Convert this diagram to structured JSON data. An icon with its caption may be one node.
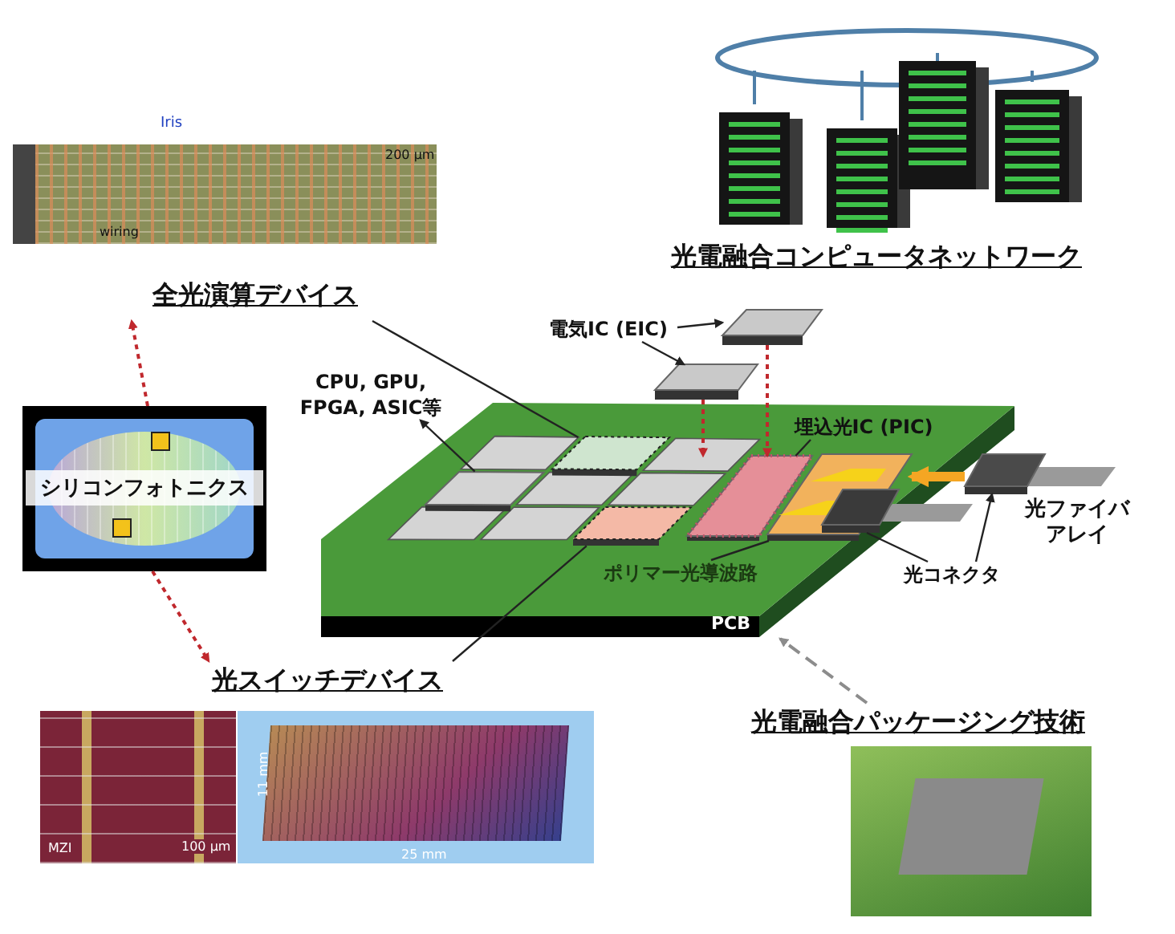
{
  "diagram": {
    "nodes": [
      {
        "text": [
          "全光演算デバイス"
        ]
      },
      {
        "text": [
          "光電融合コンピュータネットワーク"
        ]
      },
      {
        "text": [
          "シリコンフォトニクス"
        ]
      },
      {
        "text": [
          "光スイッチデバイス"
        ]
      },
      {
        "text": [
          "光電融合パッケージング技術"
        ]
      },
      {
        "text": [
          "PCB"
        ]
      },
      {
        "text": [
          "電気IC (EIC)"
        ]
      },
      {
        "text": [],
        "shape": "box"
      },
      {
        "text": [],
        "shape": "box"
      },
      {
        "text": [
          "CPU, GPU, FPGA, ASIC等"
        ]
      },
      {
        "text": [],
        "shape": "box",
        "in": 5
      },
      {
        "text": [],
        "shape": "box",
        "in": 5
      },
      {
        "text": [],
        "shape": "box",
        "in": 5
      },
      {
        "text": [
          "埋込光IC (PIC)"
        ],
        "in": 5
      },
      {
        "text": [],
        "shape": "box",
        "in": 5
      },
      {
        "text": [
          "ポリマー光導波路"
        ],
        "in": 5
      },
      {
        "text": [],
        "shape": "box",
        "in": 5
      },
      {
        "text": [
          "光コネクタ"
        ]
      },
      {
        "text": [],
        "shape": "box"
      },
      {
        "text": [],
        "shape": "box"
      }
    ],
    "edges": [
      {
        "from": 0,
        "to": 11,
        "arrow": "none"
      },
      {
        "from": 2,
        "to": 0,
        "arrow": "to",
        "style": "dashed",
        "color": "#c0282d"
      },
      {
        "from": 2,
        "to": 3,
        "arrow": "to",
        "style": "dashed",
        "color": "#c0282d"
      },
      {
        "from": 3,
        "to": 12,
        "arrow": "none"
      },
      {
        "from": 4,
        "to": 5,
        "arrow": "to",
        "style": "dashed",
        "color": "#8c8c8c"
      },
      {
        "from": 6,
        "to": 7,
        "arrow": "to"
      },
      {
        "from": 6,
        "to": 8,
        "arrow": "to"
      },
      {
        "from": 7,
        "to": 14,
        "arrow": "to",
        "style": "dashed",
        "color": "#c0282d"
      },
      {
        "from": 8,
        "to": 14,
        "arrow": "to",
        "style": "dashed",
        "color": "#c0282d"
      },
      {
        "from": 10,
        "to": 9,
        "arrow": "to"
      },
      {
        "from": 13,
        "to": 14,
        "arrow": "none"
      },
      {
        "from": 15,
        "to": 16,
        "arrow": "none"
      },
      {
        "from": 17,
        "to": 18,
        "arrow": "none"
      },
      {
        "from": 17,
        "to": 19,
        "arrow": "to"
      },
      {
        "from": 19,
        "to": 16,
        "arrow": "to",
        "style": "thick",
        "color": "#f5a623"
      }
    ],
    "labels": [
      "Iris",
      "200 μm",
      "wiring",
      "光ファイバアレイ",
      "MZI",
      "100 μm",
      "11 mm",
      "25 mm"
    ]
  }
}
